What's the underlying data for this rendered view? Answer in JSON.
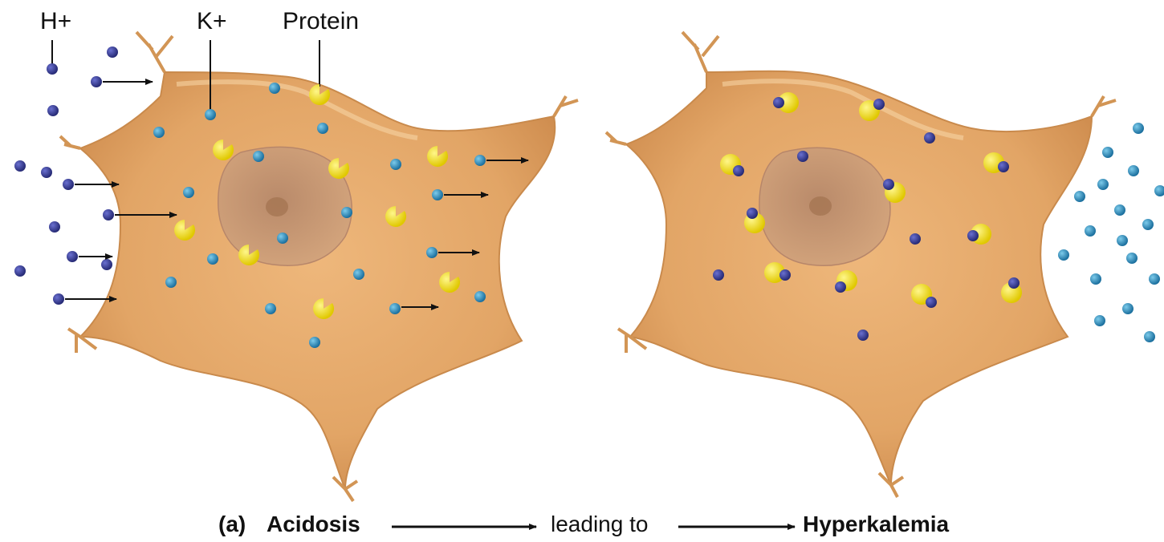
{
  "labels": {
    "hydrogen_ion": "H+",
    "potassium_ion": "K+",
    "protein": "Protein"
  },
  "caption": {
    "panel": "(a)",
    "condition": "Acidosis",
    "connector": "leading to",
    "outcome": "Hyperkalemia"
  },
  "colors": {
    "cell": "#e4a867",
    "nucleus": "#c4936e",
    "hydrogen_ion": "#3a3f9b",
    "potassium_ion": "#2b8ec0",
    "protein": "#f2e01e"
  }
}
